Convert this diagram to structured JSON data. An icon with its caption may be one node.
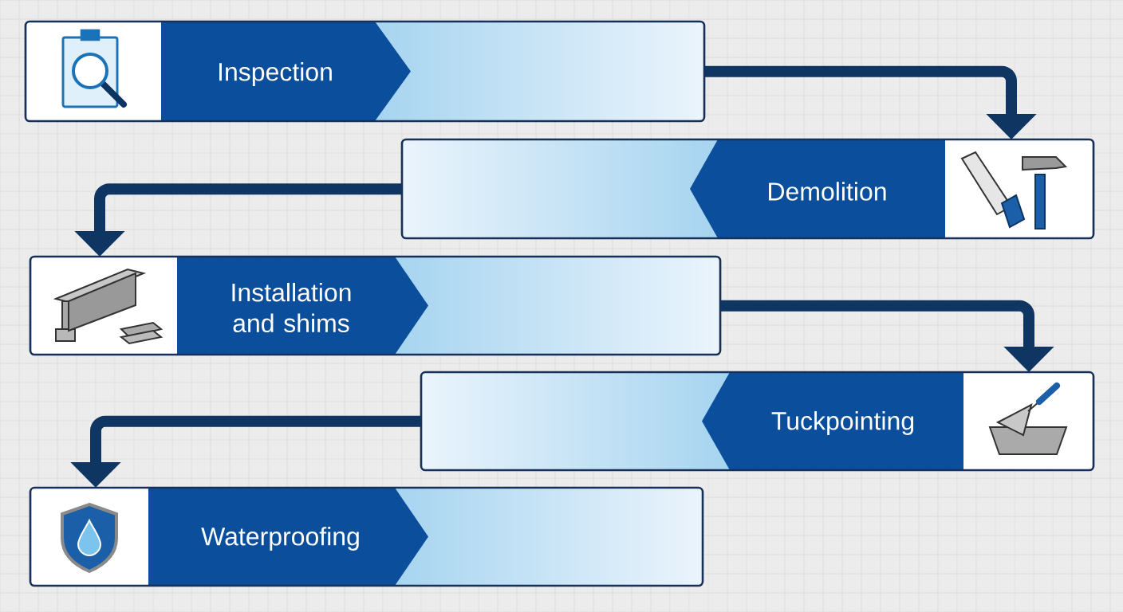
{
  "diagram": {
    "nodes": [
      {
        "text": [
          "Inspection"
        ]
      },
      {
        "text": [
          "Demolition"
        ]
      },
      {
        "text": [
          "Installation and shims"
        ]
      },
      {
        "text": [
          "Tuckpointing"
        ]
      },
      {
        "text": [
          "Waterproofing"
        ]
      }
    ],
    "edges": [
      {
        "from": 0,
        "to": 1,
        "arrow": "to"
      },
      {
        "from": 1,
        "to": 2,
        "arrow": "to"
      },
      {
        "from": 2,
        "to": 3,
        "arrow": "to"
      },
      {
        "from": 3,
        "to": 4,
        "arrow": "to"
      }
    ]
  }
}
